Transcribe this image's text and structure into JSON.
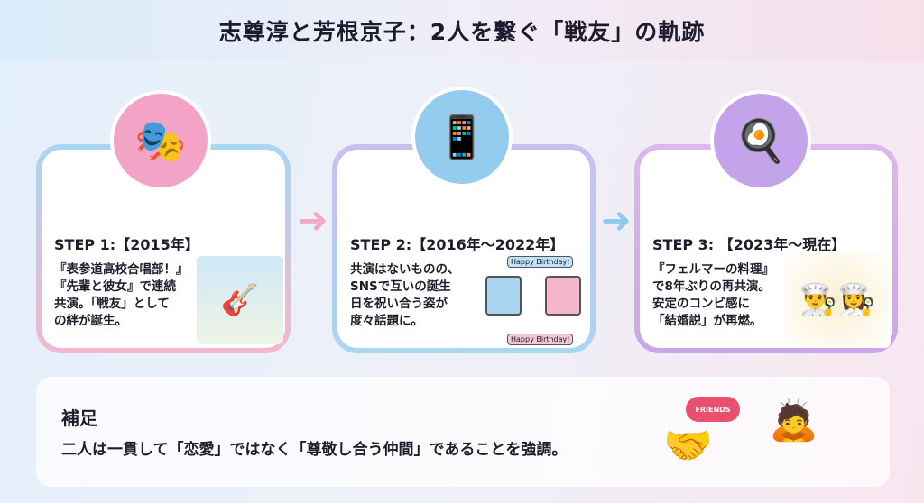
{
  "title": "志尊淳と芳根京子：2人を繋ぐ「戦友」の軌跡",
  "steps": [
    {
      "heading": "STEP 1:【2015年】",
      "text": "『表参道高校合唱部！』\n『先輩と彼女』で連続\n共演。「戦友」として\nの絆が誕生。",
      "icon": "theater-camera-icon",
      "illustration": "students-guitars-illustration"
    },
    {
      "heading": "STEP 2:【2016年〜2022年】",
      "text": "共演はないものの、\nSNSで互いの誕生\n日を祝い合う姿が\n度々話題に。",
      "icon": "smartphone-birthday-icon",
      "illustration": "sns-birthday-illustration",
      "bubbles": [
        "Happy Birthday!",
        "Happy Birthday!"
      ]
    },
    {
      "heading": "STEP 3: 【2023年〜現在】",
      "text": "『フェルマーの料理』\nで8年ぶりの再共演。\n安定のコンビ感に\n「結婚説」が再燃。",
      "icon": "cooking-icon",
      "illustration": "chefs-illustration"
    }
  ],
  "note": {
    "heading": "補足",
    "text": "二人は一貫して「恋愛」ではなく「尊敬し合う仲間」であることを強調。",
    "badge": "FRIENDS"
  },
  "colors": {
    "pink": "#f2a3c6",
    "blue": "#94ccef",
    "purple": "#c3a4ea"
  }
}
